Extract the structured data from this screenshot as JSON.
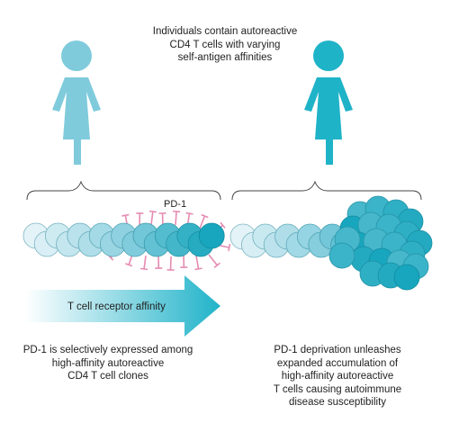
{
  "title_lines": [
    "Individuals contain autoreactive",
    "CD4 T cells with varying",
    "self-antigen affinities"
  ],
  "pd1_label": "PD-1",
  "arrow_label": "T cell receptor affinity",
  "left_caption_lines": [
    "PD-1 is selectively expressed among",
    "high-affinity autoreactive",
    "CD4 T cell clones"
  ],
  "right_caption_lines": [
    "PD-1 deprivation unleashes",
    "expanded accumulation of",
    "high-affinity autoreactive",
    "T cells causing autoimmune",
    "disease susceptibility"
  ],
  "colors": {
    "left_figure": "#7fcbdc",
    "right_figure": "#1fb3c8",
    "cell_light": "#e3f3f8",
    "cell_mid": "#8fd1e0",
    "cell_dark": "#17a6bd",
    "pd1_receptor": "#e58bb2",
    "arrow_start": "#ffffff",
    "arrow_end": "#20b3c9",
    "bracket": "#444444"
  }
}
